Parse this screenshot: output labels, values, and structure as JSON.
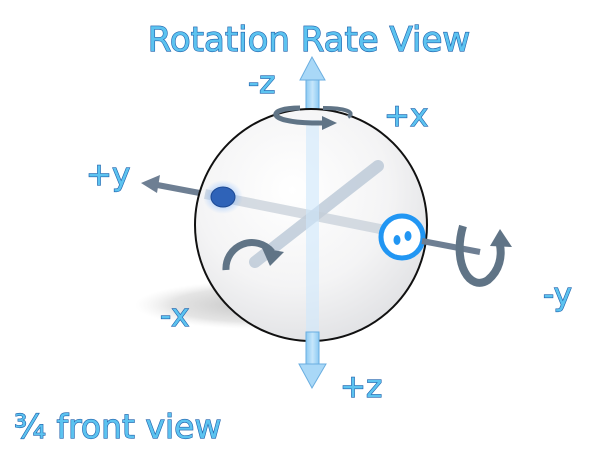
{
  "title": "Rotation Rate View",
  "caption": "¾ front view",
  "axis_labels": {
    "neg_z": "-z",
    "pos_x": "+x",
    "pos_y": "+y",
    "neg_y": "-y",
    "neg_x": "-x",
    "pos_z": "+z"
  },
  "colors": {
    "label_fill": "#5cc3f0",
    "label_outline": "#1e5faa",
    "z_axis": "#a9d8f7",
    "y_axis": "#6e7f93",
    "rotation_arrow": "#607486",
    "face_ring": "#2196f3",
    "marker_dot": "#2f63b8"
  }
}
